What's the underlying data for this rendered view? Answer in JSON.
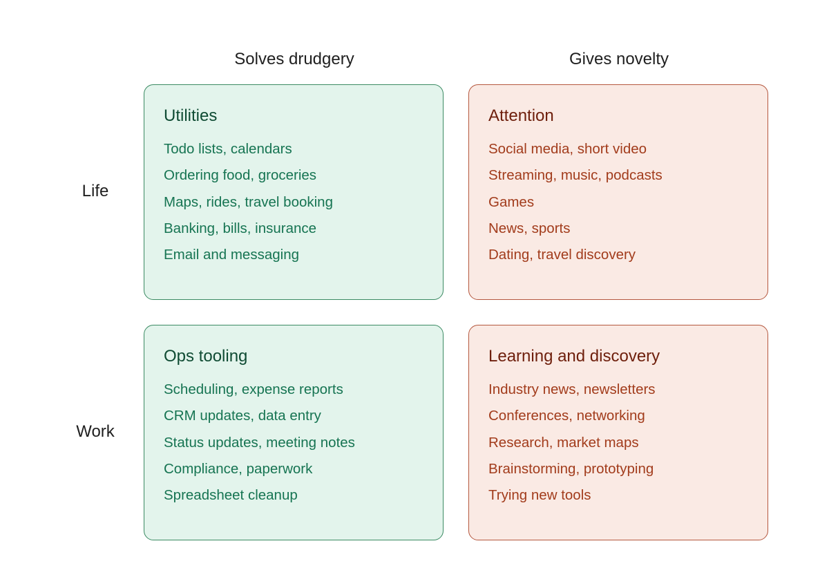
{
  "columns": [
    "Solves drudgery",
    "Gives novelty"
  ],
  "rows": [
    "Life",
    "Work"
  ],
  "quadrants": {
    "utilities": {
      "title": "Utilities",
      "items": [
        "Todo lists, calendars",
        "Ordering food, groceries",
        "Maps, rides, travel booking",
        "Banking, bills, insurance",
        "Email and messaging"
      ]
    },
    "attention": {
      "title": "Attention",
      "items": [
        "Social media, short video",
        "Streaming, music, podcasts",
        "Games",
        "News, sports",
        "Dating, travel discovery"
      ]
    },
    "ops": {
      "title": "Ops tooling",
      "items": [
        "Scheduling, expense reports",
        "CRM updates, data entry",
        "Status updates, meeting notes",
        "Compliance, paperwork",
        "Spreadsheet cleanup"
      ]
    },
    "learning": {
      "title": "Learning and discovery",
      "items": [
        "Industry news, newsletters",
        "Conferences, networking",
        "Research, market maps",
        "Brainstorming, prototyping",
        "Trying new tools"
      ]
    }
  },
  "colors": {
    "drudgery_fill": "#e3f4ec",
    "drudgery_border": "#3a8a62",
    "drudgery_title": "#0f4b33",
    "drudgery_text": "#167452",
    "novelty_fill": "#faeae4",
    "novelty_border": "#b4573e",
    "novelty_title": "#6e1f0c",
    "novelty_text": "#a23c1c"
  }
}
